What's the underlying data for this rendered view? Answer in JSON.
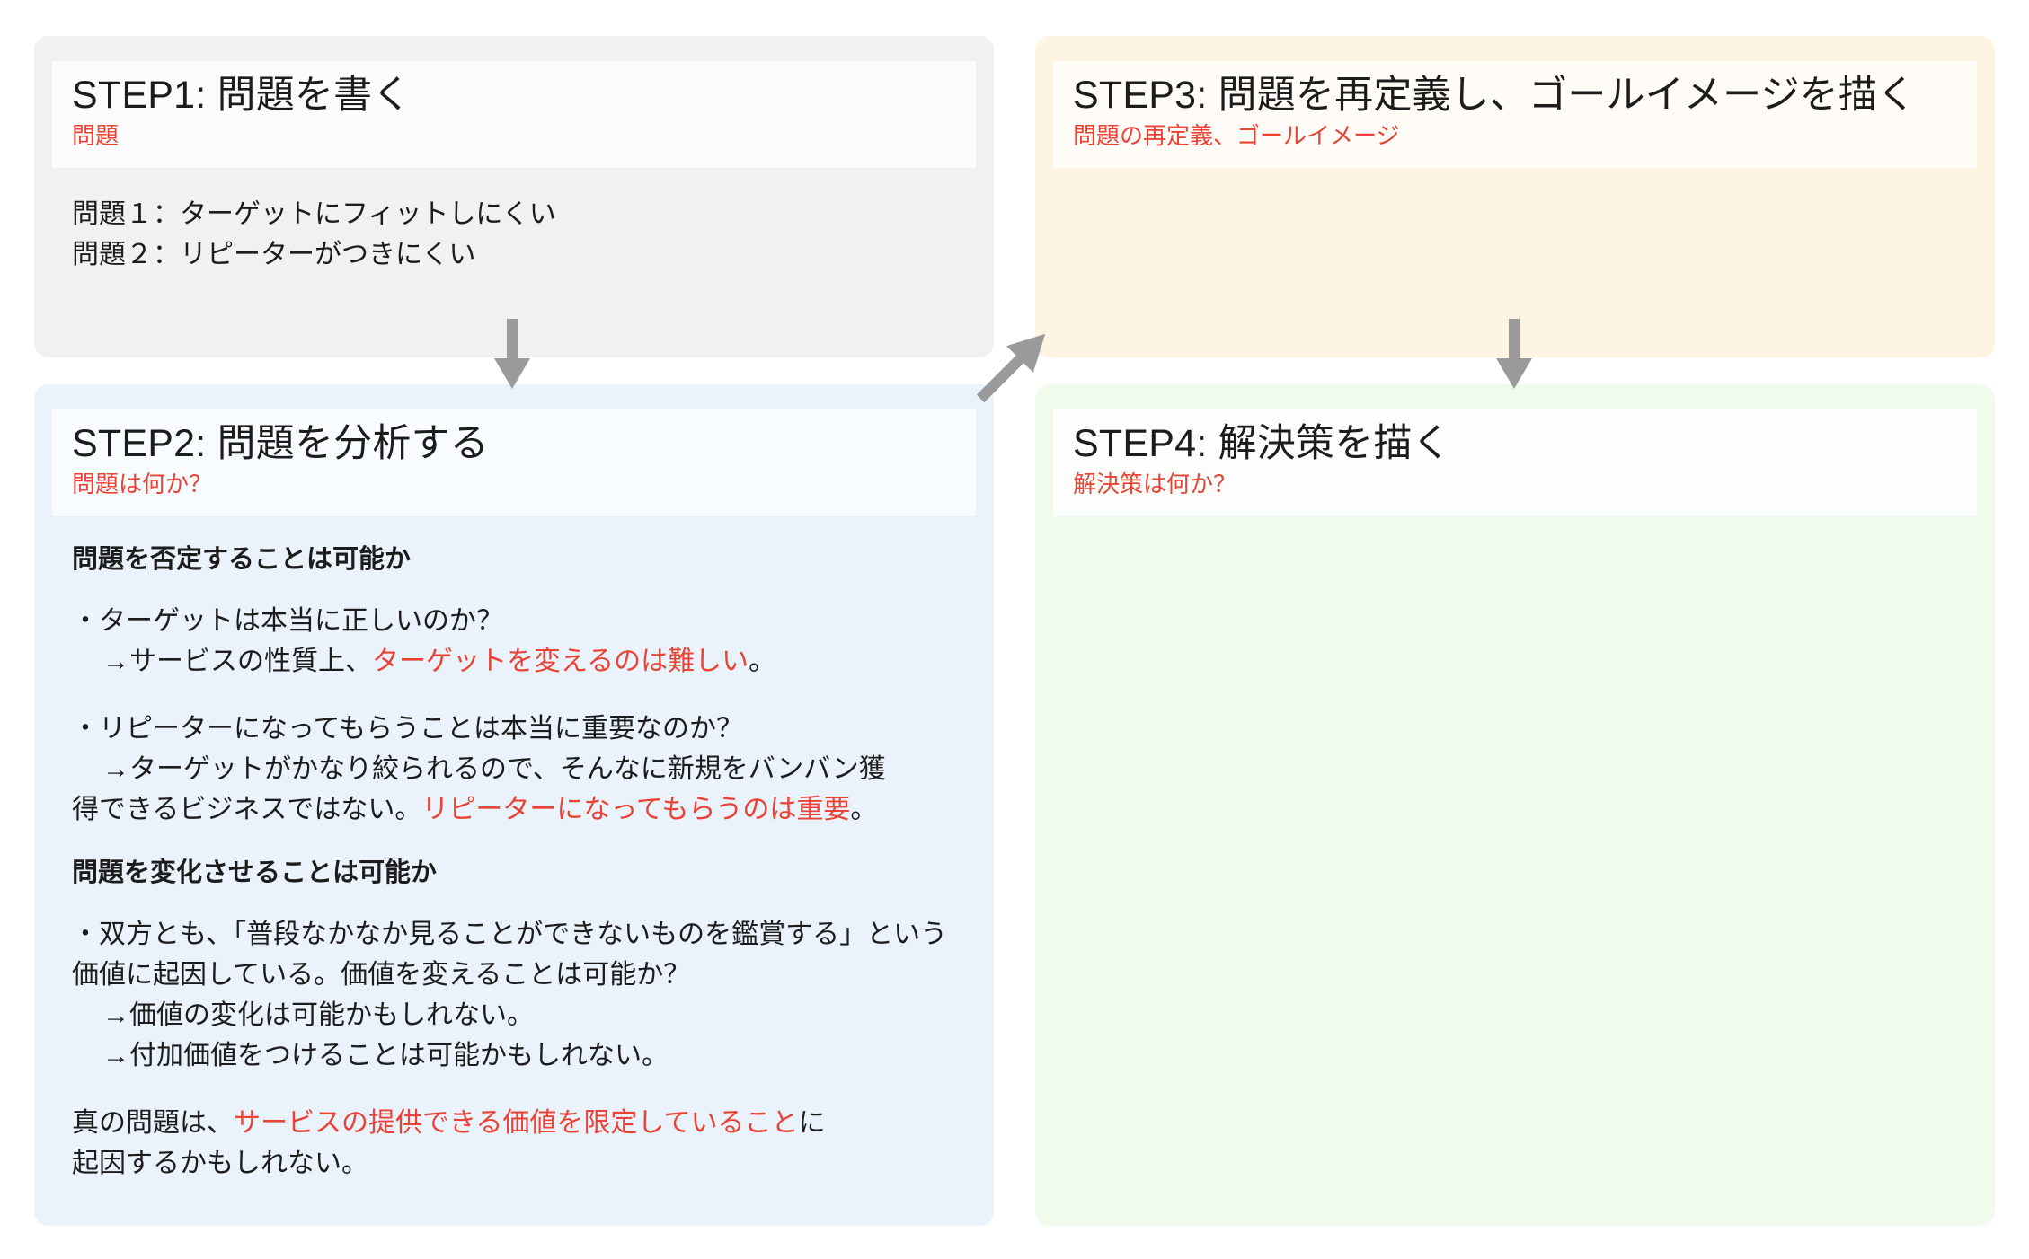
{
  "diagram": {
    "accent_red": "#ea4335",
    "text_color": "#1c1c1c",
    "arrow_color": "#9a9a9a"
  },
  "cards": {
    "step1": {
      "title": "STEP1: 問題を書く",
      "subtitle": "問題",
      "background": "#f1f1f0",
      "lines": [
        "問題１：ターゲットにフィットしにくい",
        "問題２：リピーターがつきにくい"
      ]
    },
    "step2": {
      "title": "STEP2: 問題を分析する",
      "subtitle": "問題は何か？",
      "background": "#eaf2fb",
      "heading1": "問題を否定することは可能か",
      "bullet1": {
        "line1": "・ターゲットは本当に正しいのか？",
        "line2_plain": "→サービスの性質上、",
        "line2_highlight": "ターゲットを変えるのは難しい",
        "line2_tail": "。"
      },
      "bullet2": {
        "line1": "・リピーターになってもらうことは本当に重要なのか？",
        "line2": "→ターゲットがかなり絞られるので、そんなに新規をバンバン獲",
        "line3_plain": "得できるビジネスではない。",
        "line3_highlight": "リピーターになってもらうのは重要",
        "line3_tail": "。"
      },
      "heading2": "問題を変化させることは可能か",
      "bullet3": {
        "line1": "・双方とも、「普段なかなか見ることができないものを鑑賞する」",
        "line2": "という価値に起因している。価値を変えることは可能か？",
        "line3": "→価値の変化は可能かもしれない。",
        "line4": "→付加価値をつけることは可能かもしれない。"
      },
      "conclusion": {
        "plain1": "真の問題は、",
        "highlight": "サービスの提供できる価値を限定していること",
        "plain2": "に",
        "line2": "起因するかもしれない。"
      }
    },
    "step3": {
      "title": "STEP3: 問題を再定義し、ゴールイメージを描く",
      "subtitle": "問題の再定義、ゴールイメージ",
      "background": "#fdf4e1",
      "lines": []
    },
    "step4": {
      "title": "STEP4: 解決策を描く",
      "subtitle": "解決策は何か？",
      "background": "#f1fbeb",
      "lines": []
    }
  },
  "arrows": [
    {
      "name": "arrow-step1-to-step2",
      "direction": "down"
    },
    {
      "name": "arrow-step2-to-step3",
      "direction": "up-right"
    },
    {
      "name": "arrow-step3-to-step4",
      "direction": "down"
    }
  ]
}
